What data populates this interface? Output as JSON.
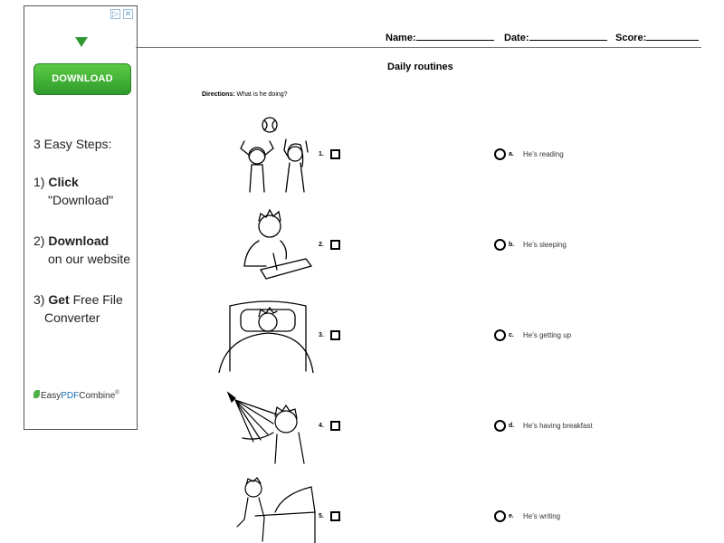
{
  "ad": {
    "download_label": "DOWNLOAD",
    "steps_title": "3 Easy Steps:",
    "step1_num": "1)",
    "step1_bold": "Click",
    "step1_rest": "\"Download\"",
    "step2_num": "2)",
    "step2_bold": "Download",
    "step2_rest": "on our website",
    "step3_num": "3)",
    "step3_bold": "Get",
    "step3_rest1": "Free File",
    "step3_rest2": "Converter",
    "logo_easy": "Easy",
    "logo_pdf": "PDF",
    "logo_combine": "Combine",
    "logo_tm": "®",
    "accent_color": "#2e9b2b"
  },
  "worksheet": {
    "name_label": "Name:",
    "date_label": "Date:",
    "score_label": "Score:",
    "title": "Daily routines",
    "directions_label": "Directions:",
    "directions_text": "What is he doing?",
    "questions": [
      {
        "num": "1.",
        "picture": "children-playing-ball"
      },
      {
        "num": "2.",
        "picture": "boy-writing"
      },
      {
        "num": "3.",
        "picture": "boy-sleeping"
      },
      {
        "num": "4.",
        "picture": "boy-showering"
      },
      {
        "num": "5.",
        "picture": "boy-getting-up"
      }
    ],
    "answers": [
      {
        "letter": "a.",
        "text": "He's reading"
      },
      {
        "letter": "b.",
        "text": "He's sleeping"
      },
      {
        "letter": "c.",
        "text": "He's getting up"
      },
      {
        "letter": "d.",
        "text": "He's having breakfast"
      },
      {
        "letter": "e.",
        "text": "He's writing"
      }
    ]
  }
}
